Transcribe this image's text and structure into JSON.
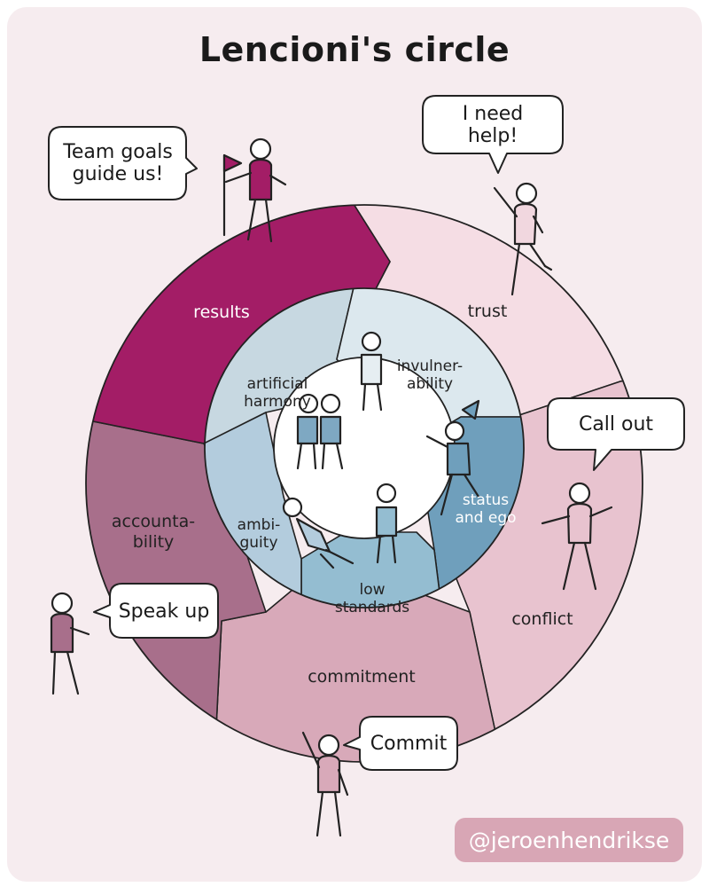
{
  "title": "Lencioni's circle",
  "outer_ring": {
    "results": "results",
    "trust": "trust",
    "accountability": "accounta-\nbility",
    "conflict": "conflict",
    "commitment": "commitment"
  },
  "inner_ring": {
    "inattention": "artificial\nharmony",
    "invulnerability": "invulner-\nability",
    "status_ego": "status\nand ego",
    "ambiguity": "ambi-\nguity",
    "low_standards": "low\nstandards"
  },
  "bubbles": {
    "team_goals": "Team goals\nguide us!",
    "need_help": "I need\nhelp!",
    "call_out": "Call out",
    "speak_up": "Speak up",
    "commit": "Commit"
  },
  "credit": "@jeroenhendrikse",
  "colors": {
    "results": "#a31d66",
    "trust": "#f5dde4",
    "conflict": "#e8c3cf",
    "commitment": "#d8a9b9",
    "accountability": "#a86f8b",
    "inner_artificial": "#c7d8e1",
    "inner_invulnerability": "#dce8ee",
    "inner_status": "#6f9fbc",
    "inner_low": "#94bdd1",
    "inner_ambiguity": "#b3ccdd"
  }
}
